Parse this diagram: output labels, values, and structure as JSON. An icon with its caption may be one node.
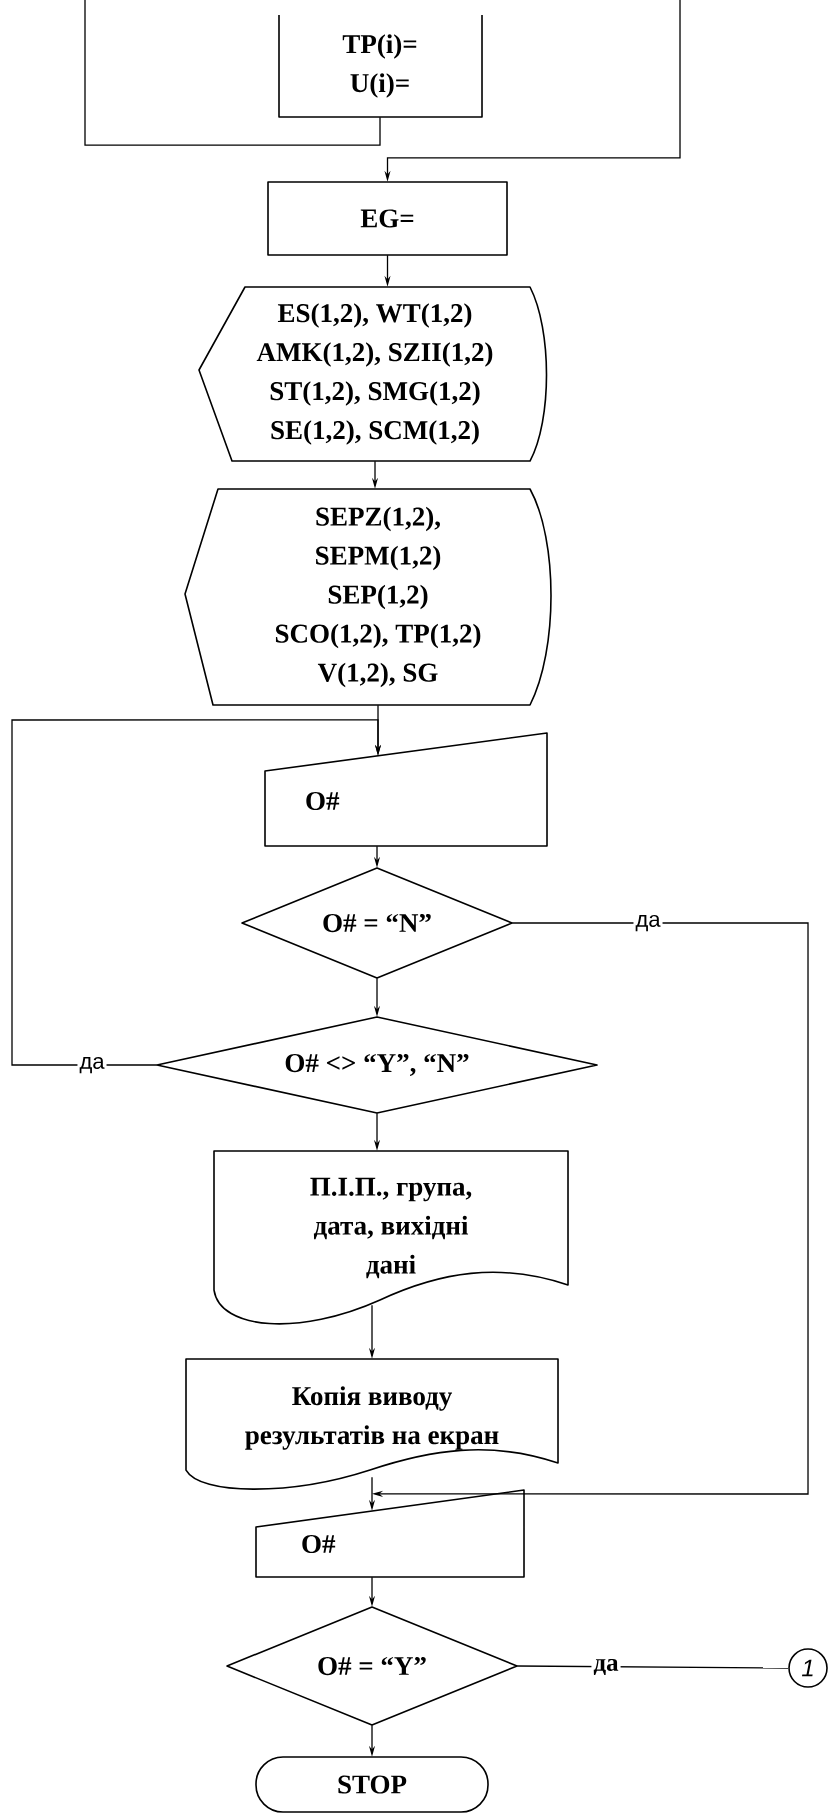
{
  "diagram": {
    "nodes": [
      {
        "text": [
          "TP(i)= U(i)="
        ]
      },
      {
        "text": [
          "EG="
        ]
      },
      {
        "text": [
          "ES(1,2), WT(1,2) AMK(1,2), SZII(1,2) ST(1,2), SMG(1,2) SE(1,2), SCM(1,2)"
        ]
      },
      {
        "text": [
          "SEPZ(1,2), SEPM(1,2) SEP(1,2) SCO(1,2), TP(1,2) V(1,2), SG"
        ]
      },
      {
        "text": [
          "O#"
        ]
      },
      {
        "text": [
          "O# = “N”"
        ]
      },
      {
        "text": [
          "O# <> “Y”, “N”"
        ]
      },
      {
        "text": [
          "П.І.П., група, дата, вихідні дані"
        ]
      },
      {
        "text": [
          "Копія виводу результатів на екран"
        ]
      },
      {
        "text": [
          "O#"
        ]
      },
      {
        "text": [
          "O# = “Y”"
        ]
      },
      {
        "text": [
          "1"
        ]
      },
      {
        "text": [
          "STOP"
        ]
      }
    ],
    "edges": [
      {
        "from": 0,
        "to": null,
        "arrow": "none"
      },
      {
        "from": null,
        "to": 1,
        "arrow": "to"
      },
      {
        "from": 1,
        "to": 2,
        "arrow": "to"
      },
      {
        "from": 2,
        "to": 3,
        "arrow": "to"
      },
      {
        "from": 3,
        "to": 4,
        "arrow": "to"
      },
      {
        "from": 4,
        "to": 5,
        "arrow": "to"
      },
      {
        "from": 5,
        "to": 6,
        "arrow": "to"
      },
      {
        "from": 5,
        "to": 9,
        "arrow": "to",
        "label": "да"
      },
      {
        "from": 6,
        "to": 4,
        "arrow": "to",
        "label": "да"
      },
      {
        "from": 6,
        "to": 7,
        "arrow": "to"
      },
      {
        "from": 7,
        "to": 8,
        "arrow": "to"
      },
      {
        "from": 8,
        "to": 9,
        "arrow": "to"
      },
      {
        "from": 9,
        "to": 10,
        "arrow": "to"
      },
      {
        "from": 10,
        "to": 11,
        "arrow": "none",
        "label": "да"
      },
      {
        "from": 10,
        "to": 12,
        "arrow": "to"
      }
    ]
  }
}
